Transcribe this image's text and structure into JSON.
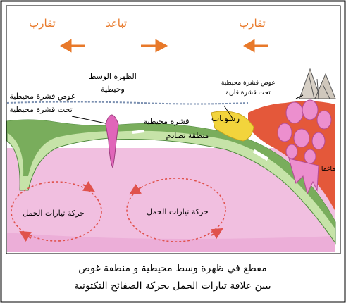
{
  "top_labels": {
    "left": "تقارب",
    "center": "تباعد",
    "right": "تقارب"
  },
  "labels": {
    "ridge": "الظهرة الوسط",
    "ridge2": "وحيطية",
    "subduction_left_1": "غوص قشرة محيطية",
    "subduction_left_2": "تحت قشرة محيطية",
    "subduction_right_1": "غوص قشرة محيطية",
    "subduction_right_2": "تحت قشرة قارية",
    "oceanic_crust": "قشرة محيطية",
    "sediments": "رسوبات",
    "collision_zone": "منطقة تصادم",
    "magma": "ماغما",
    "convection_left": "حركة تيارات الحمل",
    "convection_center": "حركة تيارات الحمل"
  },
  "caption": {
    "line1": "مقطع في ظهرة وسط محيطية و منطقة غوص",
    "line2": "يبين علاقة تيارات الحمل بحركة الصفائح التكتونية"
  },
  "colors": {
    "frame": "#000000",
    "arrow": "#e8792a",
    "top_text": "#e8792a",
    "water_line": "#7a8fb0",
    "plate_dark": "#79ad5c",
    "plate_light": "#c6e3a8",
    "mantle": "#f1bfe0",
    "mantle_dark": "#e89bd0",
    "magma": "#e065b9",
    "continent": "#e4583a",
    "sediment": "#f2d43c",
    "convection": "#e0524d"
  }
}
